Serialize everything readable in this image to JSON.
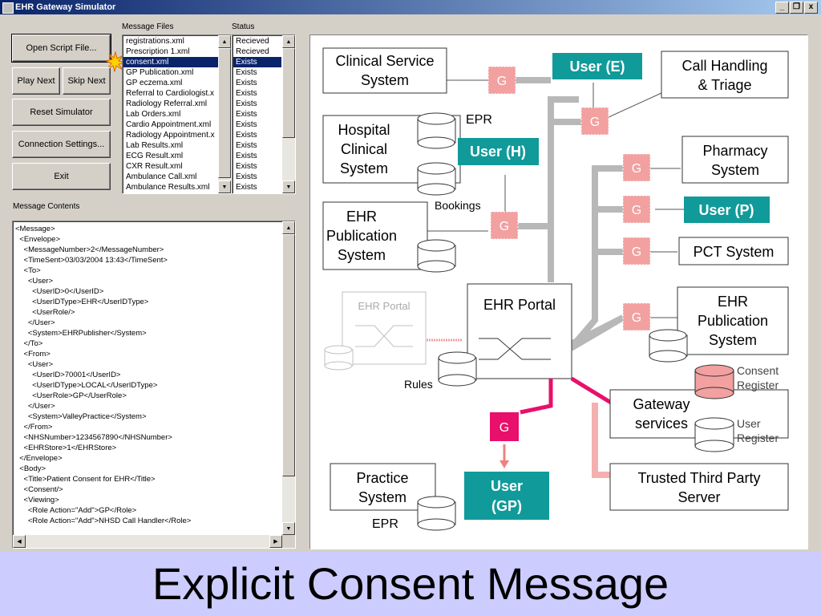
{
  "window": {
    "title": "EHR Gateway Simulator",
    "controls": [
      "_",
      "❐",
      "x"
    ]
  },
  "buttons": {
    "open_script": "Open Script File...",
    "play_next": "Play Next",
    "skip_next": "Skip Next",
    "reset": "Reset Simulator",
    "connection": "Connection Settings...",
    "exit": "Exit"
  },
  "labels": {
    "message_files": "Message Files",
    "status": "Status",
    "message_contents": "Message Contents"
  },
  "message_files": [
    "registrations.xml",
    "Prescription 1.xml",
    "consent.xml",
    "GP Publication.xml",
    "GP eczema.xml",
    "Referral to Cardiologist.x",
    "Radiology Referral.xml",
    "Lab Orders.xml",
    "Cardio Appointment.xml",
    "Radiology Appointment.x",
    "Lab Results.xml",
    "ECG Result.xml",
    "CXR Result.xml",
    "Ambulance Call.xml",
    "Ambulance Results.xml"
  ],
  "statuses": [
    "Recieved",
    "Recieved",
    "Exists",
    "Exists",
    "Exists",
    "Exists",
    "Exists",
    "Exists",
    "Exists",
    "Exists",
    "Exists",
    "Exists",
    "Exists",
    "Exists",
    "Exists"
  ],
  "selected_index": 2,
  "message_lines": [
    "<Message>",
    "  <Envelope>",
    "    <MessageNumber>2</MessageNumber>",
    "    <TimeSent>03/03/2004 13:43</TimeSent>",
    "    <To>",
    "      <User>",
    "        <UserID>0</UserID>",
    "        <UserIDType>EHR</UserIDType>",
    "        <UserRole/>",
    "      </User>",
    "      <System>EHRPublisher</System>",
    "    </To>",
    "    <From>",
    "      <User>",
    "        <UserID>70001</UserID>",
    "        <UserIDType>LOCAL</UserIDType>",
    "        <UserRole>GP</UserRole>",
    "      </User>",
    "      <System>ValleyPractice</System>",
    "    </From>",
    "    <NHSNumber>1234567890</NHSNumber>",
    "    <EHRStore>1</EHRStore>",
    "  </Envelope>",
    "  <Body>",
    "    <Title>Patient Consent for EHR</Title>",
    "    <Consent/>",
    "    <Viewing>",
    "      <Role Action=\"Add\">GP</Role>",
    "      <Role Action=\"Add\">NHSD Call Handler</Role>"
  ],
  "diagram": {
    "clinical_service_1": "Clinical Service",
    "clinical_service_2": "System",
    "hospital_1": "Hospital",
    "hospital_2": "Clinical",
    "hospital_3": "System",
    "epr_top": "EPR",
    "user_h": "User (H)",
    "bookings": "Bookings",
    "ehr_pub_left_1": "EHR",
    "ehr_pub_left_2": "Publication",
    "ehr_pub_left_3": "System",
    "user_e": "User (E)",
    "call_handling_1": "Call Handling",
    "call_handling_2": "& Triage",
    "pharmacy_1": "Pharmacy",
    "pharmacy_2": "System",
    "user_p": "User (P)",
    "pct": "PCT System",
    "ehr_pub_right_1": "EHR",
    "ehr_pub_right_2": "Publication",
    "ehr_pub_right_3": "System",
    "ehr_portal_ghost": "EHR Portal",
    "ehr_portal": "EHR Portal",
    "rules": "Rules",
    "consent_register_1": "Consent",
    "consent_register_2": "Register",
    "gateway_services_1": "Gateway",
    "gateway_services_2": "services",
    "user_register_1": "User",
    "user_register_2": "Register",
    "practice_1": "Practice",
    "practice_2": "System",
    "epr_bottom": "EPR",
    "user_gp_1": "User",
    "user_gp_2": "(GP)",
    "ttp_1": "Trusted Third Party",
    "ttp_2": "Server",
    "gateway_letter": "G"
  },
  "footer": {
    "title": "Explicit Consent Message"
  },
  "colors": {
    "teal": "#119a9a",
    "gateway_pink": "#f2a0a0",
    "gateway_active": "#e8106a",
    "connector_gray": "#b8b8b8",
    "footer_bg": "#ccccff"
  }
}
